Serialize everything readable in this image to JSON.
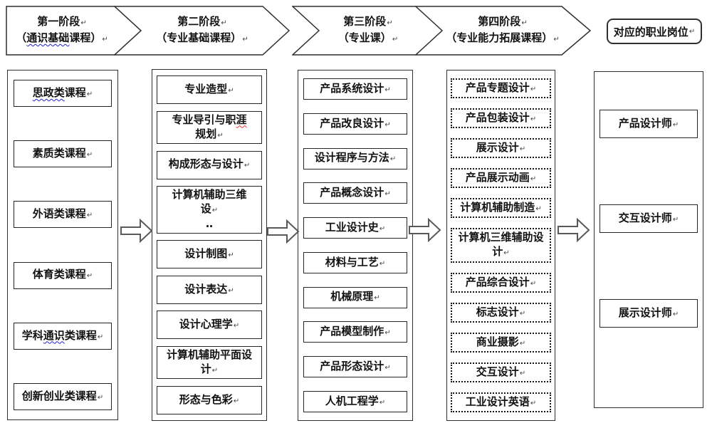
{
  "eol_mark": "↵",
  "colors": {
    "text": "#111111",
    "border": "#2f2f2f",
    "arrow": "#595959",
    "wavy_blue": "#1f1fd6",
    "wavy_red": "#e03131"
  },
  "stages": [
    {
      "line1": "第一阶段",
      "line2": "（通识基础课程）",
      "wavy": {
        "text": "通识基础",
        "color": "blue"
      }
    },
    {
      "line1": "第二阶段",
      "line2": "（专业基础课程）"
    },
    {
      "line1": "第三阶段",
      "line2": "（专业课）"
    },
    {
      "line1": "第四阶段",
      "line2": "（专业能力拓展课程）"
    }
  ],
  "jobs_header": {
    "label": "对应的职业岗位"
  },
  "columns": [
    {
      "name": "stage-1-courses",
      "box_style": "solid",
      "items": [
        {
          "label": "思政类课程",
          "wavy": {
            "text": "思政类",
            "color": "blue"
          }
        },
        {
          "label": "素质类课程"
        },
        {
          "label": "外语类课程"
        },
        {
          "label": "体育类课程"
        },
        {
          "label": "学科通识类课程",
          "wavy": {
            "text": "通识",
            "color": "blue"
          }
        },
        {
          "label": "创新创业类课程"
        }
      ]
    },
    {
      "name": "stage-2-courses",
      "box_style": "solid",
      "items": [
        {
          "label": "专业造型"
        },
        {
          "label": "专业导引与职涯\n规划",
          "wavy": {
            "text": "涯",
            "color": "red"
          }
        },
        {
          "label": "构成形态与设计"
        },
        {
          "label": "计算机辅助三维\n设",
          "sub": "‥"
        },
        {
          "label": "设计制图"
        },
        {
          "label": "设计表达"
        },
        {
          "label": "设计心理学"
        },
        {
          "label": "计算机辅助平面设\n计"
        },
        {
          "label": "形态与色彩"
        }
      ]
    },
    {
      "name": "stage-3-courses",
      "box_style": "solid",
      "items": [
        {
          "label": "产品系统设计"
        },
        {
          "label": "产品改良设计"
        },
        {
          "label": "设计程序与方法"
        },
        {
          "label": "产品概念设计"
        },
        {
          "label": "工业设计史"
        },
        {
          "label": "材料与工艺"
        },
        {
          "label": "机械原理"
        },
        {
          "label": "产品模型制作"
        },
        {
          "label": "产品形态设计"
        },
        {
          "label": "人机工程学"
        }
      ]
    },
    {
      "name": "stage-4-courses",
      "box_style": "dotted",
      "items": [
        {
          "label": "产品专题设计"
        },
        {
          "label": "产品包装设计"
        },
        {
          "label": "展示设计"
        },
        {
          "label": "产品展示动画"
        },
        {
          "label": "计算机辅助制造"
        },
        {
          "label": "计算机三维辅助设\n计"
        },
        {
          "label": "产品综合设计"
        },
        {
          "label": "标志设计"
        },
        {
          "label": "商业摄影"
        },
        {
          "label": "交互设计"
        },
        {
          "label": "工业设计英语"
        }
      ]
    },
    {
      "name": "job-positions",
      "box_style": "solid",
      "items": [
        {
          "label": "产品设计师"
        },
        {
          "label": "交互设计师"
        },
        {
          "label": "展示设计师"
        }
      ]
    }
  ]
}
